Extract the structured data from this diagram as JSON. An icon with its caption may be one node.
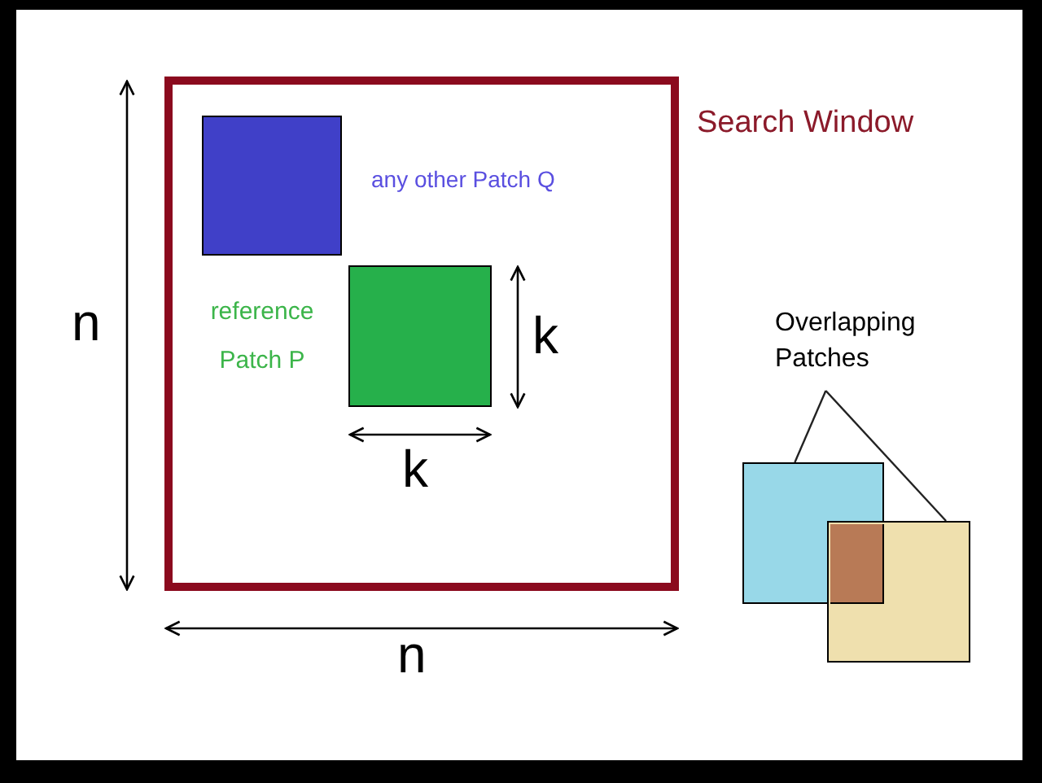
{
  "diagram": {
    "nodes": [
      {
        "text": [
          "Search Window"
        ]
      },
      {
        "text": [],
        "shape": "box",
        "in": 0,
        "beside": [
          "any other Patch Q"
        ]
      },
      {
        "text": [],
        "shape": "box",
        "in": 0,
        "beside": [
          "reference Patch P"
        ]
      },
      {
        "text": [
          "Overlapping Patches"
        ]
      },
      {
        "text": [],
        "shape": "box"
      },
      {
        "text": [],
        "shape": "box"
      }
    ],
    "edges": [
      {
        "from": 3,
        "to": 4,
        "arrow": "none"
      },
      {
        "from": 3,
        "to": 5,
        "arrow": "none"
      }
    ],
    "labels": [
      "n",
      "k",
      "k",
      "n"
    ]
  }
}
